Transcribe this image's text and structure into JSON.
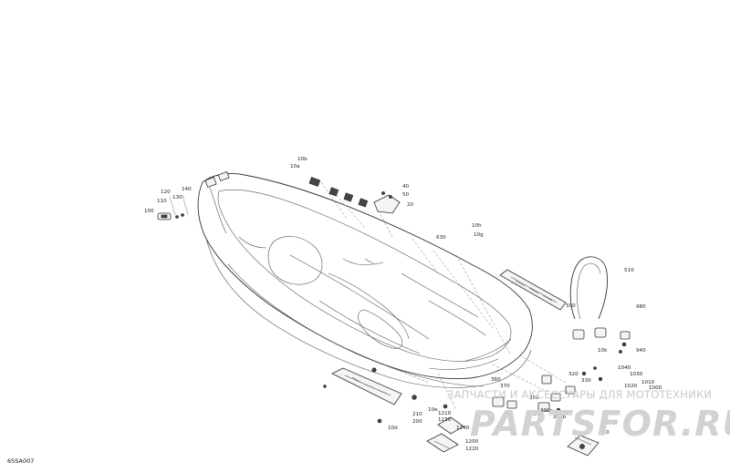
{
  "diagram": {
    "code": "65SA007",
    "callouts": [
      {
        "text": "10b"
      },
      {
        "text": "10a"
      },
      {
        "text": "40"
      },
      {
        "text": "50"
      },
      {
        "text": "20"
      },
      {
        "text": "120"
      },
      {
        "text": "140"
      },
      {
        "text": "110"
      },
      {
        "text": "130"
      },
      {
        "text": "100"
      },
      {
        "text": "10h"
      },
      {
        "text": "630"
      },
      {
        "text": "10g"
      },
      {
        "text": "510"
      },
      {
        "text": "500"
      },
      {
        "text": "980"
      },
      {
        "text": "10k"
      },
      {
        "text": "940"
      },
      {
        "text": "1040"
      },
      {
        "text": "1030"
      },
      {
        "text": "1010"
      },
      {
        "text": "1020"
      },
      {
        "text": "1000"
      },
      {
        "text": "360"
      },
      {
        "text": "370"
      },
      {
        "text": "320"
      },
      {
        "text": "330"
      },
      {
        "text": "350"
      },
      {
        "text": "1210"
      },
      {
        "text": "1230"
      },
      {
        "text": "10e"
      },
      {
        "text": "210"
      },
      {
        "text": "200"
      },
      {
        "text": "10d"
      },
      {
        "text": "1240"
      },
      {
        "text": "300"
      },
      {
        "text": "300a"
      },
      {
        "text": "300b"
      },
      {
        "text": "310"
      },
      {
        "text": "1200"
      },
      {
        "text": "1220"
      }
    ]
  },
  "watermark": {
    "tagline": "ЗАПЧАСТИ И АКСЕССУАРЫ ДЛЯ МОТОТЕХНИКИ",
    "brand": "PARTSFOR.RU"
  }
}
